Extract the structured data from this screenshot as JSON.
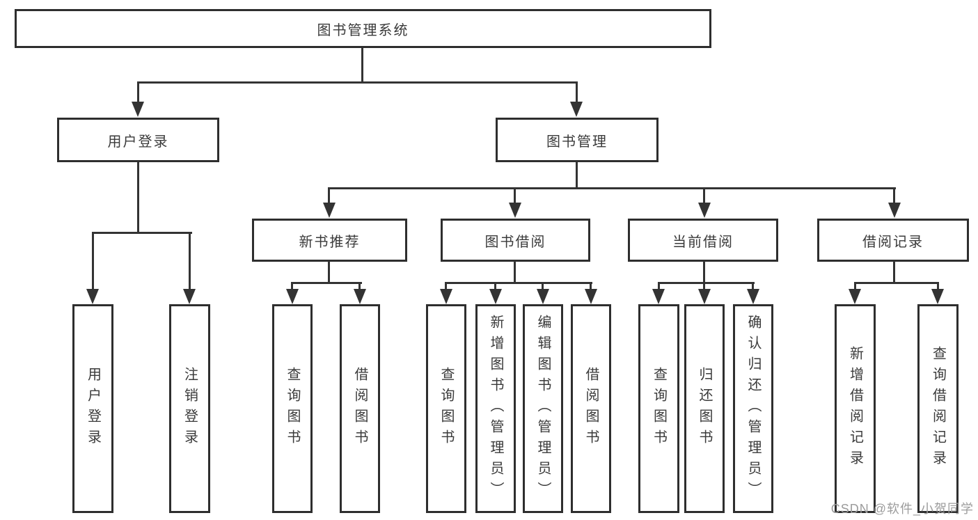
{
  "diagram": {
    "root": {
      "label": "图书管理系统"
    },
    "children": [
      {
        "label": "用户登录",
        "children": [
          {
            "label": "用户登录"
          },
          {
            "label": "注销登录"
          }
        ]
      },
      {
        "label": "图书管理",
        "children": [
          {
            "label": "新书推荐",
            "children": [
              {
                "label": "查询图书"
              },
              {
                "label": "借阅图书"
              }
            ]
          },
          {
            "label": "图书借阅",
            "children": [
              {
                "label": "查询图书"
              },
              {
                "label": "新增图书（管理员）"
              },
              {
                "label": "编辑图书（管理员）"
              },
              {
                "label": "借阅图书"
              }
            ]
          },
          {
            "label": "当前借阅",
            "children": [
              {
                "label": "查询图书"
              },
              {
                "label": "归还图书"
              },
              {
                "label": "确认归还（管理员）"
              }
            ]
          },
          {
            "label": "借阅记录",
            "children": [
              {
                "label": "新增借阅记录"
              },
              {
                "label": "查询借阅记录"
              }
            ]
          }
        ]
      }
    ]
  },
  "watermark": {
    "text": "CSDN @软件_小贺同学"
  },
  "colors": {
    "line": "#333333",
    "text": "#3a3a3a",
    "watermark": "#9c9c9c",
    "background": "#ffffff"
  }
}
